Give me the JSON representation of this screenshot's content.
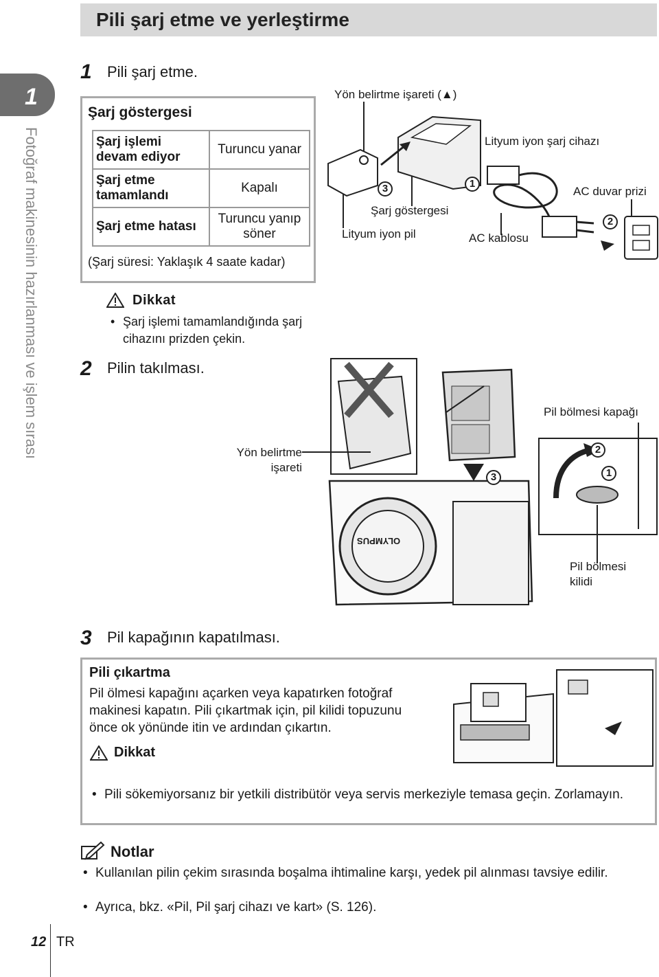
{
  "header": {
    "title": "Pili şarj etme ve yerleştirme"
  },
  "sidebar": {
    "chapter_number": "1",
    "chapter_title": "Fotoğraf makinesinin hazırlanması ve işlem sırası"
  },
  "footer": {
    "page_number": "12",
    "language": "TR"
  },
  "steps": [
    {
      "number": "1",
      "text": "Pili şarj etme."
    },
    {
      "number": "2",
      "text": "Pilin takılması."
    },
    {
      "number": "3",
      "text": "Pil kapağının kapatılması."
    }
  ],
  "charge_indicator": {
    "title": "Şarj göstergesi",
    "rows": [
      {
        "label": "Şarj işlemi devam ediyor",
        "value": "Turuncu yanar"
      },
      {
        "label": "Şarj etme tamamlandı",
        "value": "Kapalı"
      },
      {
        "label": "Şarj etme hatası",
        "value": "Turuncu yanıp söner"
      }
    ],
    "note": "(Şarj süresi: Yaklaşık 4 saate kadar)"
  },
  "caution1": {
    "title": "Dikkat",
    "text": "Şarj işlemi tamamlandığında şarj cihazını prizden çekin."
  },
  "charger_labels": {
    "direction_mark": "Yön belirtme işareti (▲)",
    "charger": "Lityum iyon şarj cihazı",
    "wall_outlet": "AC duvar prizi",
    "charge_indicator": "Şarj göstergesi",
    "battery": "Lityum iyon pil",
    "ac_cable": "AC kablosu",
    "n1": "1",
    "n2": "2",
    "n3": "3"
  },
  "insert_labels": {
    "direction_mark": "Yön belirtme işareti",
    "compartment_cover": "Pil bölmesi kapağı",
    "compartment_lock": "Pil bölmesi kilidi",
    "brand": "OLYMPUS",
    "n1": "1",
    "n2": "2",
    "n3": "3"
  },
  "removal": {
    "title": "Pili çıkartma",
    "text": "Pil ölmesi kapağını açarken veya kapatırken fotoğraf makinesi kapatın. Pili çıkartmak için, pil kilidi topuzunu önce ok yönünde itin ve ardından çıkartın.",
    "caution_title": "Dikkat",
    "caution_text": "Pili sökemiyorsanız bir yetkili distribütör veya servis merkeziyle temasa geçin. Zorlamayın."
  },
  "notes": {
    "title": "Notlar",
    "items": [
      "Kullanılan pilin çekim sırasında boşalma ihtimaline karşı, yedek pil alınması tavsiye edilir.",
      "Ayrıca, bkz. «Pil, Pil şarj cihazı ve kart» (S. 126)."
    ]
  }
}
